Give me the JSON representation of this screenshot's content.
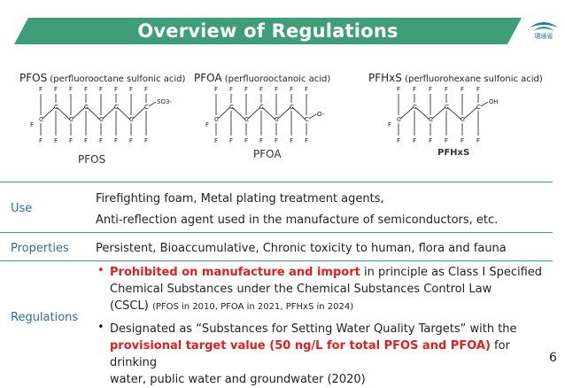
{
  "header": {
    "title": "Overview of Regulations",
    "logo_text": "環境省",
    "accent_color": "#3e9e7a"
  },
  "chemicals": [
    {
      "abbr": "PFOS",
      "name": "(perfluorooctane sulfonic acid)",
      "label": "PFOS",
      "end_group": "SO3-"
    },
    {
      "abbr": "PFOA",
      "name": "(perfluorooctanoic acid)",
      "label": "PFOA",
      "end_group": "O-"
    },
    {
      "abbr": "PFHxS",
      "name": "(perfluorohexane sulfonic acid)",
      "label": "PFHxS",
      "end_group": "OH"
    }
  ],
  "rows": {
    "use": {
      "head": "Use",
      "line1": "Firefighting foam, Metal plating treatment agents,",
      "line2": "Anti-reflection agent used in the manufacture of semiconductors, etc."
    },
    "properties": {
      "head": "Properties",
      "text": "Persistent, Bioaccumulative, Chronic toxicity to human, flora and fauna"
    },
    "regulations": {
      "head": "Regulations",
      "b1_red": "Prohibited on manufacture and import",
      "b1_rest": " in principle as Class I Specified",
      "b1_line2": "Chemical Substances under the Chemical Substances Control Law",
      "b1_line3": "(CSCL) ",
      "b1_small": "(PFOS in 2010, PFOA in 2021, PFHxS in 2024)",
      "b2_line1": "Designated as “Substances for Setting Water Quality Targets” with the",
      "b2_red": "provisional target value (50 ng/L for total PFOS and PFOA)",
      "b2_rest": " for drinking",
      "b2_line3": "water, public water and groundwater (2020)"
    }
  },
  "page_number": "6"
}
